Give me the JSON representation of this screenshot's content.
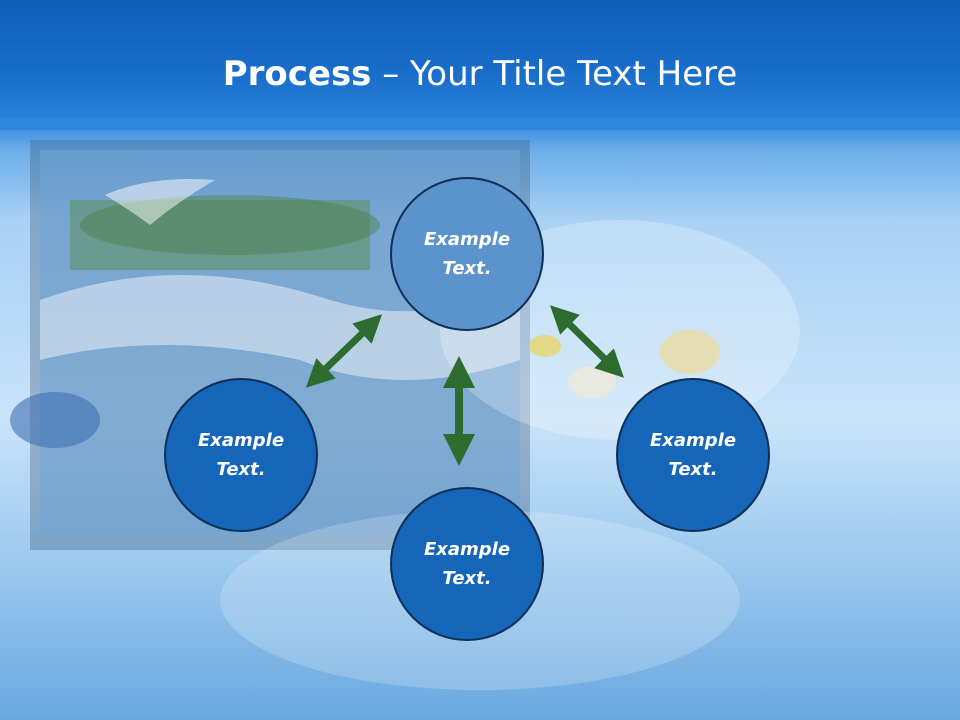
{
  "title": {
    "bold": "Process",
    "rest": " – Your Title Text Here"
  },
  "nodes": [
    {
      "label": "Example Text."
    },
    {
      "label": "Example Text."
    },
    {
      "label": "Example Text."
    },
    {
      "label": "Example Text."
    }
  ],
  "colors": {
    "header": "#1565c0",
    "main_node": "#5b93cc",
    "sub_node": "#1565b8",
    "arrow": "#2e6b2f",
    "node_border": "#0e2f56"
  }
}
